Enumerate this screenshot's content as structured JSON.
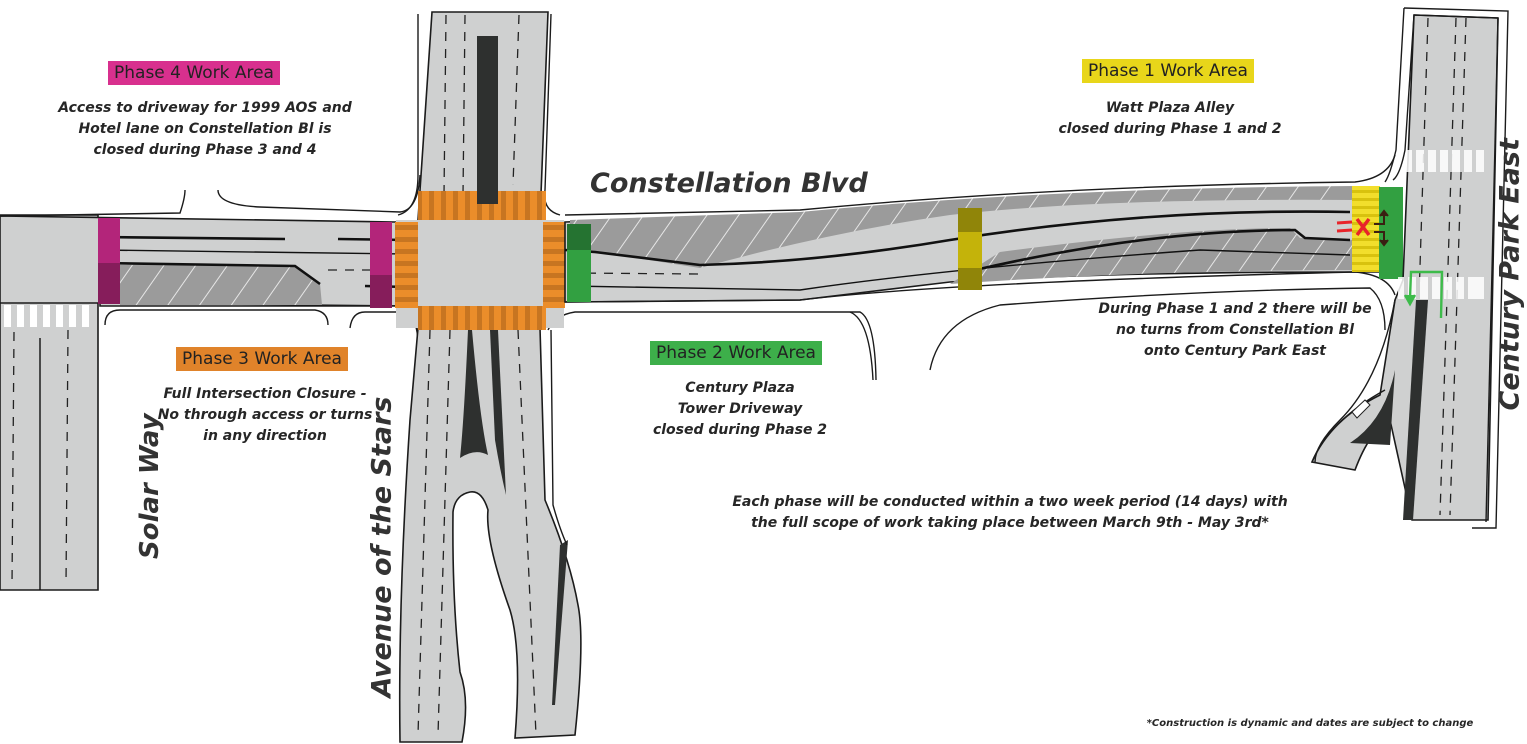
{
  "colors": {
    "phase1": "#e8d61a",
    "phase2": "#3daf4a",
    "phase3": "#e0832a",
    "phase4": "#d8308e",
    "road": "#cfd0d0",
    "work_zone": "#9a9a9a",
    "median": "#2e302f",
    "closed_x": "#e8242a"
  },
  "streets": {
    "constellation": "Constellation Blvd",
    "avenue_of_stars": "Avenue of the Stars",
    "solar_way": "Solar Way",
    "century_park_east": "Century Park East"
  },
  "phases": [
    {
      "id": "phase1",
      "label": "Phase 1 Work Area",
      "note_lines": [
        "Watt Plaza Alley",
        "closed during Phase 1 and 2"
      ]
    },
    {
      "id": "phase2",
      "label": "Phase 2 Work Area",
      "note_lines": [
        "Century Plaza",
        "Tower Driveway",
        "closed during Phase 2"
      ]
    },
    {
      "id": "phase3",
      "label": "Phase 3 Work Area",
      "note_lines": [
        "Full Intersection Closure -",
        "No through access or turns",
        "in any direction"
      ]
    },
    {
      "id": "phase4",
      "label": "Phase 4 Work Area",
      "note_lines": [
        "Access to driveway for 1999 AOS and",
        "Hotel lane on Constellation Bl is",
        "closed during Phase 3 and 4"
      ]
    }
  ],
  "notes": {
    "turn_restriction": [
      "During Phase 1 and 2 there will be",
      "no turns from Constellation Bl",
      "onto Century Park East"
    ],
    "schedule": [
      "Each phase will be conducted within a two week period (14 days) with",
      "the full scope of work taking place between March 9th - May 3rd*"
    ],
    "disclaimer": "*Construction is dynamic and dates are subject to change"
  },
  "icons": {
    "no_turn": "no-turn-x-icon",
    "turn_arrows": "turn-arrows-icon",
    "detour_arrow": "detour-arrow-icon"
  }
}
